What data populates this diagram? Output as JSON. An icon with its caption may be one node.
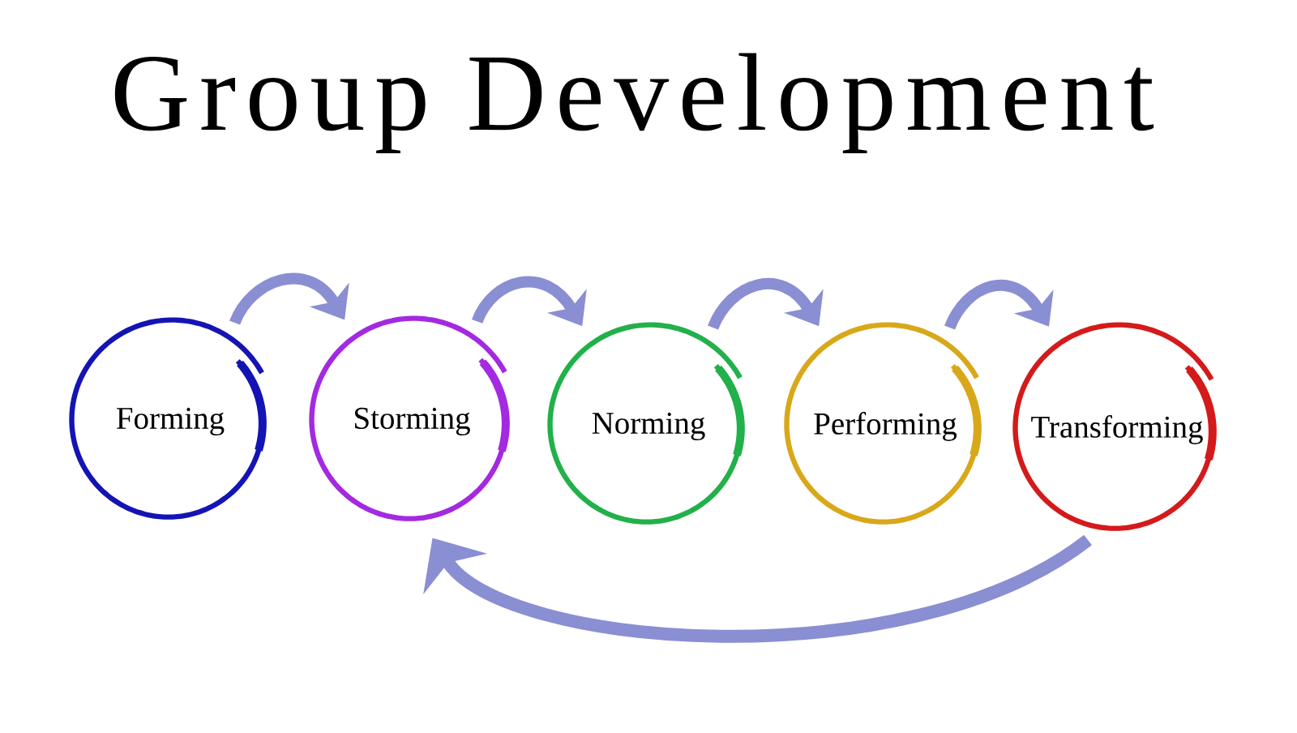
{
  "diagram": {
    "title": "Group Development",
    "nodes": [
      {
        "text": [
          "Forming"
        ]
      },
      {
        "text": [
          "Storming"
        ]
      },
      {
        "text": [
          "Norming"
        ]
      },
      {
        "text": [
          "Performing"
        ]
      },
      {
        "text": [
          "Transforming"
        ]
      }
    ],
    "edges": [
      {
        "from": 0,
        "to": 1,
        "arrow": "to"
      },
      {
        "from": 1,
        "to": 2,
        "arrow": "to"
      },
      {
        "from": 2,
        "to": 3,
        "arrow": "to"
      },
      {
        "from": 3,
        "to": 4,
        "arrow": "to"
      },
      {
        "from": 4,
        "to": 1,
        "arrow": "to"
      }
    ]
  }
}
